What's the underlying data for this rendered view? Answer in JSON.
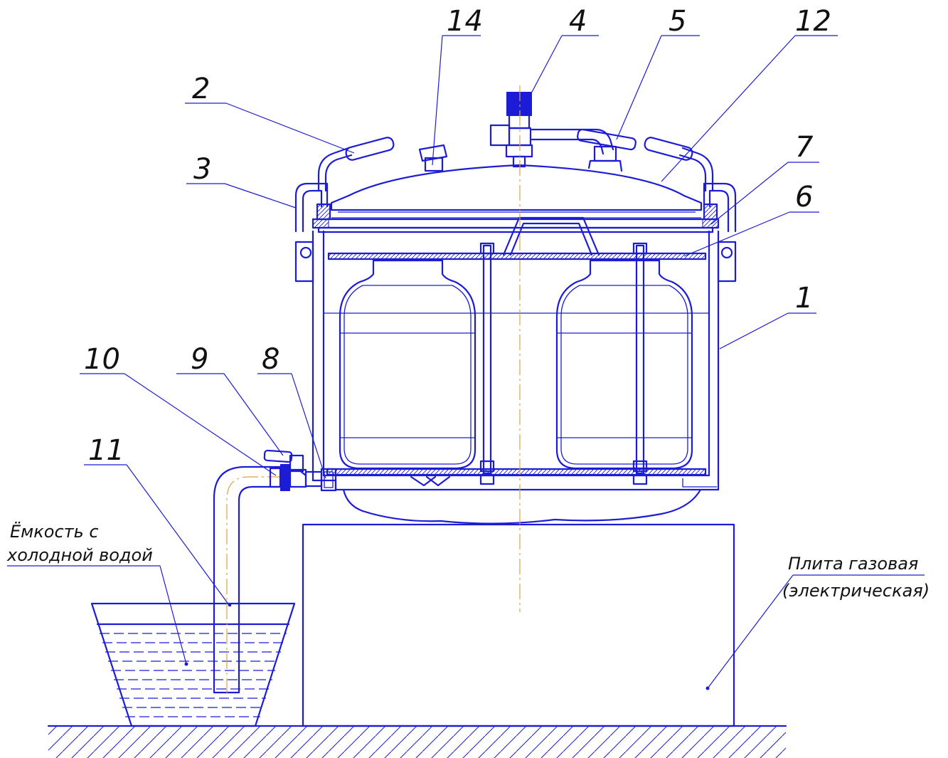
{
  "labels": {
    "l1": "1",
    "l2": "2",
    "l3": "3",
    "l4": "4",
    "l5": "5",
    "l6": "6",
    "l7": "7",
    "l8": "8",
    "l9": "9",
    "l10": "10",
    "l11": "11",
    "l12": "12",
    "l14": "14"
  },
  "captions": {
    "container_line1": "Ёмкость с",
    "container_line2": "холодной водой",
    "stove_line1": "Плита газовая",
    "stove_line2": "(электрическая)"
  },
  "colors": {
    "line": "#1c1cd6",
    "centerline": "#d9a24a",
    "text": "#111111"
  }
}
